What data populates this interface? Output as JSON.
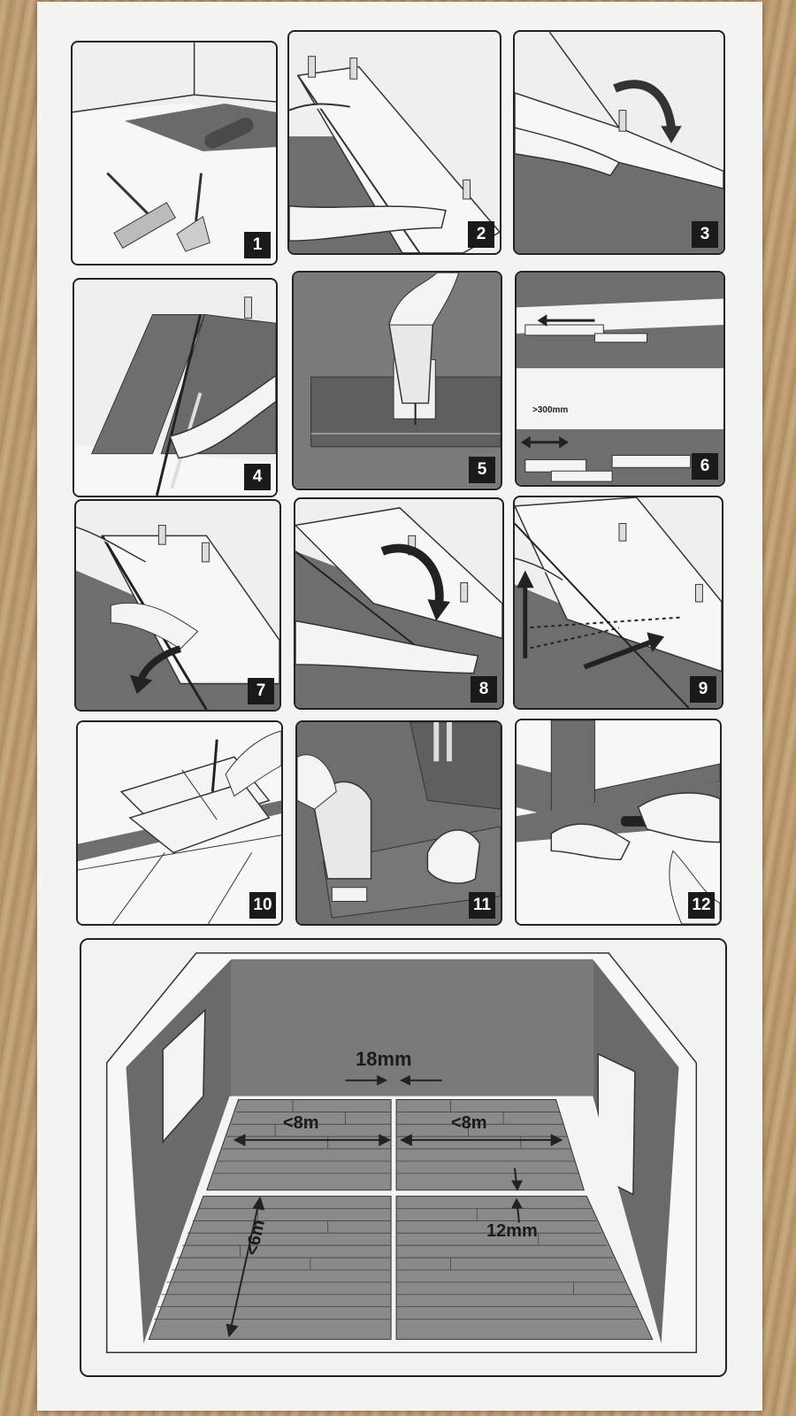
{
  "steps": [
    {
      "number": "1"
    },
    {
      "number": "2"
    },
    {
      "number": "3"
    },
    {
      "number": "4"
    },
    {
      "number": "5"
    },
    {
      "number": "6",
      "note": ">300mm"
    },
    {
      "number": "7"
    },
    {
      "number": "8"
    },
    {
      "number": "9"
    },
    {
      "number": "10"
    },
    {
      "number": "11"
    },
    {
      "number": "12"
    }
  ],
  "room": {
    "expansion_gap": "18mm",
    "max_length_left": "<8m",
    "max_length_right": "<8m",
    "max_width": "<6m",
    "wall_gap": "12mm"
  }
}
